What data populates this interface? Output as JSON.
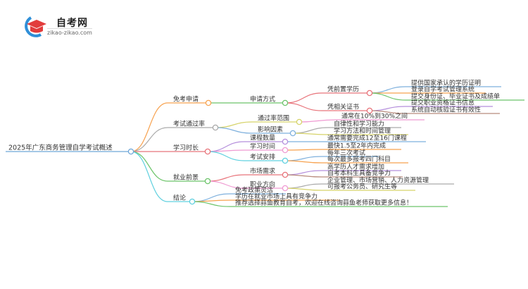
{
  "logo": {
    "title": "自考网",
    "domain": "zikao-zikao.com"
  },
  "colors": {
    "root": "#6ea6d8",
    "orange": "#f7a24f",
    "green": "#6cc46a",
    "red": "#e8737a",
    "blue": "#7eb0dd",
    "purple": "#b58fdc",
    "brown": "#b88a7c",
    "gray": "#aaaaaa",
    "yellow": "#d6d36a",
    "pink": "#ef9ad2",
    "cyan": "#5fd0df"
  },
  "mindmap": {
    "label": "2025年广东商务管理自学考试概述",
    "children": [
      {
        "label": "免考申请",
        "children": [
          {
            "label": "申请方式",
            "children": [
              {
                "label": "凭前置学历",
                "children": [
                  {
                    "label": "提供国家承认的学历证明"
                  },
                  {
                    "label": "登录自学考试管理系统"
                  },
                  {
                    "label": "提交身份证、毕业证书及成绩单"
                  }
                ]
              },
              {
                "label": "凭相关证书",
                "children": [
                  {
                    "label": "提交职业资格证书信息"
                  },
                  {
                    "label": "系统自动核验证书有效性"
                  }
                ]
              }
            ]
          }
        ]
      },
      {
        "label": "考试通过率",
        "children": [
          {
            "label": "通过率范围",
            "children": [
              {
                "label": "通常在10%到30%之间"
              }
            ]
          },
          {
            "label": "影响因素",
            "children": [
              {
                "label": "自律性和学习能力"
              },
              {
                "label": "学习方法和时间管理"
              }
            ]
          }
        ]
      },
      {
        "label": "学习时长",
        "children": [
          {
            "label": "课程数量",
            "children": [
              {
                "label": "通常需要完成12至16门课程"
              }
            ]
          },
          {
            "label": "学习时间",
            "children": [
              {
                "label": "最快1.5至2年内完成"
              }
            ]
          },
          {
            "label": "考试安排",
            "children": [
              {
                "label": "每年三次考试"
              },
              {
                "label": "每次最多报考四门科目"
              }
            ]
          }
        ]
      },
      {
        "label": "就业前景",
        "children": [
          {
            "label": "市场需求",
            "children": [
              {
                "label": "高学历人才需求增加"
              },
              {
                "label": "自考本科生具备竞争力"
              }
            ]
          },
          {
            "label": "职业方向",
            "children": [
              {
                "label": "企业管理、市场营销、人力资源管理"
              },
              {
                "label": "可报考公务员、研究生等"
              }
            ]
          }
        ]
      },
      {
        "label": "结论",
        "children": [
          {
            "label": "免考政策灵活"
          },
          {
            "label": "学历在就业市场上具有竞争力"
          },
          {
            "label": "推荐选择蒜鱼教育自考，欢迎在线咨询蒜鱼老师获取更多信息！"
          }
        ]
      }
    ]
  }
}
